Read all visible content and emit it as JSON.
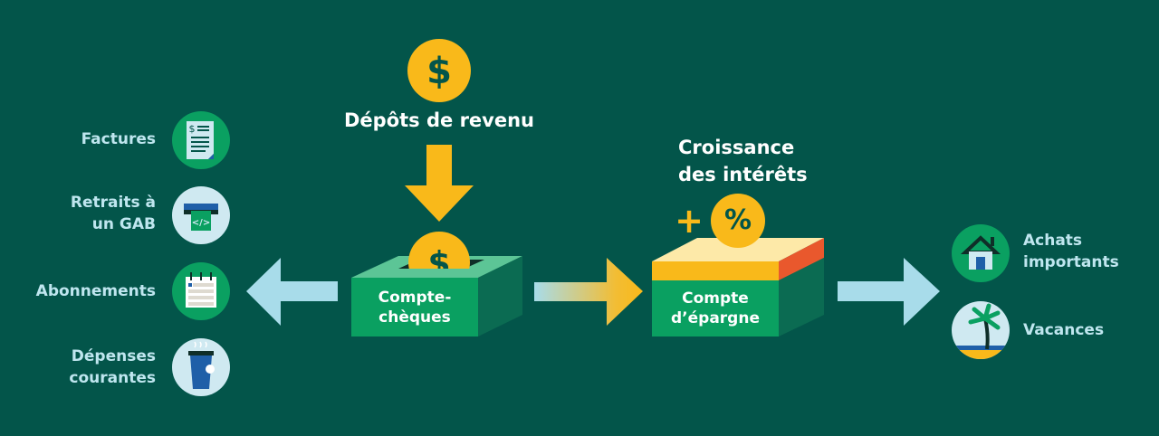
{
  "income": {
    "label": "Dépôts de revenu",
    "icon": "dollar-coin-icon"
  },
  "checking": {
    "line1": "Compte-",
    "line2": "chèques"
  },
  "savings": {
    "line1": "Compte",
    "line2": "d’épargne"
  },
  "interest": {
    "line1": "Croissance",
    "line2": "des intérêts",
    "plus": "+",
    "percent": "%"
  },
  "expenses": [
    {
      "label": "Factures",
      "icon": "bill-icon"
    },
    {
      "label_line1": "Retraits à",
      "label_line2": "un GAB",
      "icon": "atm-icon"
    },
    {
      "label": "Abonnements",
      "icon": "calendar-icon"
    },
    {
      "label_line1": "Dépenses",
      "label_line2": "courantes",
      "icon": "coffee-cup-icon"
    }
  ],
  "goals": [
    {
      "label_line1": "Achats",
      "label_line2": "importants",
      "icon": "house-icon"
    },
    {
      "label": "Vacances",
      "icon": "palm-tree-icon"
    }
  ],
  "colors": {
    "background": "#03554a",
    "yellow": "#f9b91a",
    "green": "#0aa061",
    "light_blue": "#a8dcea",
    "orange": "#e9582d"
  }
}
